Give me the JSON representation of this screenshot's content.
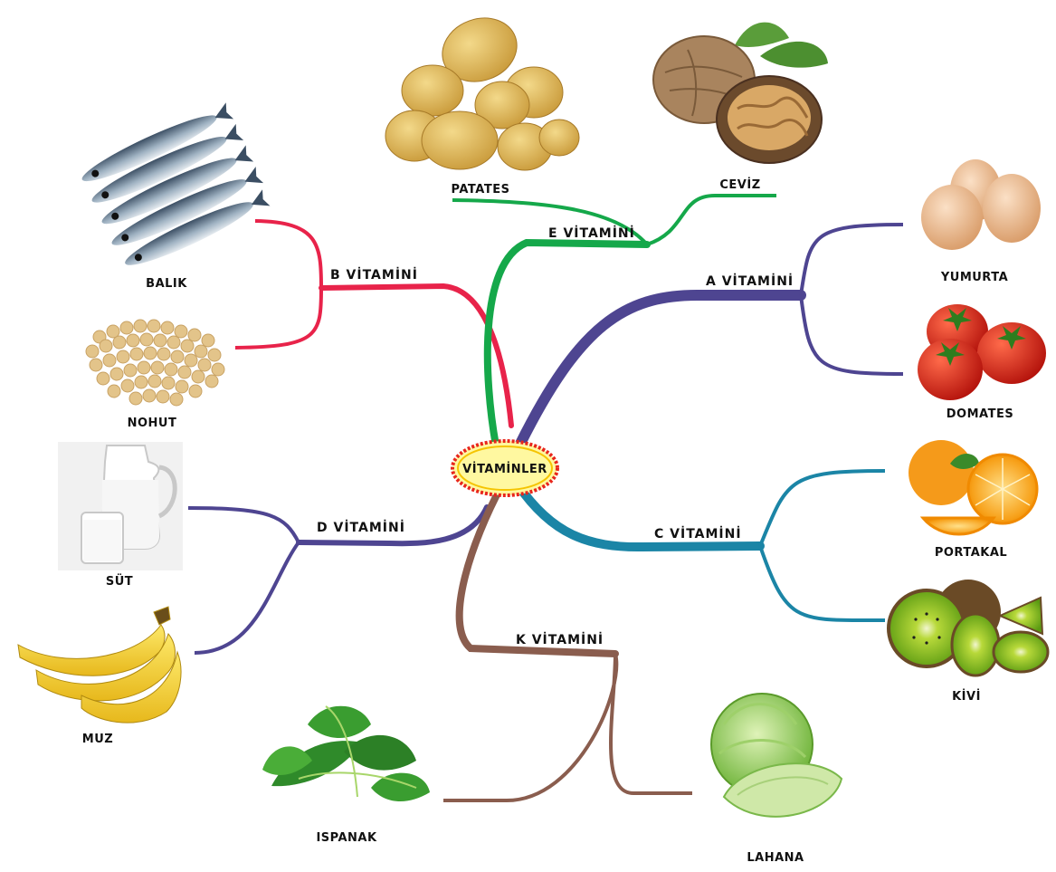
{
  "center": {
    "label": "VİTAMİNLER",
    "fill": "#fff8a0",
    "ring": "#e8261c"
  },
  "branches": {
    "b": {
      "label": "B VİTAMİNİ",
      "color": "#e8234a",
      "items": [
        {
          "label": "BALIK",
          "icon": "fish-icon"
        },
        {
          "label": "NOHUT",
          "icon": "chickpea-icon"
        }
      ]
    },
    "e": {
      "label": "E VİTAMİNİ",
      "color": "#15a84a",
      "items": [
        {
          "label": "PATATES",
          "icon": "potato-icon"
        },
        {
          "label": "CEVİZ",
          "icon": "walnut-icon"
        }
      ]
    },
    "a": {
      "label": "A VİTAMİNİ",
      "color": "#4e4591",
      "items": [
        {
          "label": "YUMURTA",
          "icon": "egg-icon"
        },
        {
          "label": "DOMATES",
          "icon": "tomato-icon"
        }
      ]
    },
    "d": {
      "label": "D VİTAMİNİ",
      "color": "#4e4591",
      "items": [
        {
          "label": "SÜT",
          "icon": "milk-icon"
        },
        {
          "label": "MUZ",
          "icon": "banana-icon"
        }
      ]
    },
    "c": {
      "label": "C VİTAMİNİ",
      "color": "#1b85a6",
      "items": [
        {
          "label": "PORTAKAL",
          "icon": "orange-icon"
        },
        {
          "label": "KİVİ",
          "icon": "kiwi-icon"
        }
      ]
    },
    "k": {
      "label": "K VİTAMİNİ",
      "color": "#8a5d4e",
      "items": [
        {
          "label": "ISPANAK",
          "icon": "spinach-icon"
        },
        {
          "label": "LAHANA",
          "icon": "cabbage-icon"
        }
      ]
    }
  }
}
